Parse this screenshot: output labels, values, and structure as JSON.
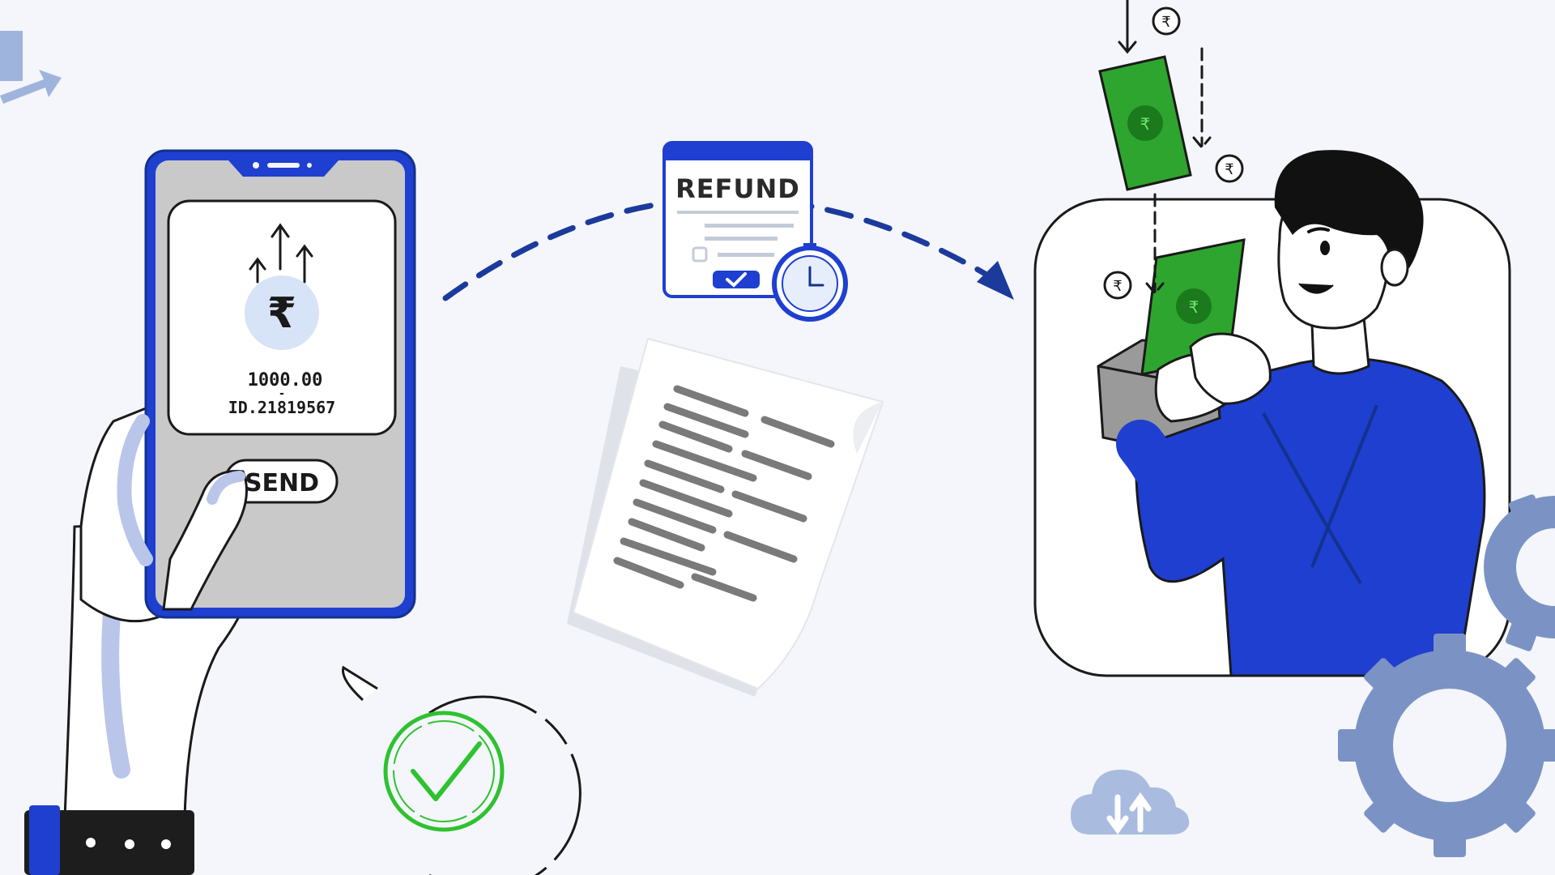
{
  "phone": {
    "amount": "1000.00",
    "separator": "-",
    "transaction_id": "ID.21819567",
    "send_label": "SEND",
    "currency_symbol": "₹"
  },
  "refund_document": {
    "title": "REFUND"
  },
  "currency_badges": [
    "₹",
    "₹",
    "₹"
  ],
  "colors": {
    "brand_blue": "#1e3fcf",
    "navy": "#13318f",
    "cash_green": "#2ea52e",
    "success_green": "#2fc22f",
    "gear_blue": "#7b93c4",
    "background": "#f4f6fb"
  },
  "icons": {
    "currency": "rupee-icon",
    "success": "check-circle-icon",
    "sync": "cloud-sync-icon",
    "settings": "gear-icon",
    "timer": "clock-icon"
  }
}
